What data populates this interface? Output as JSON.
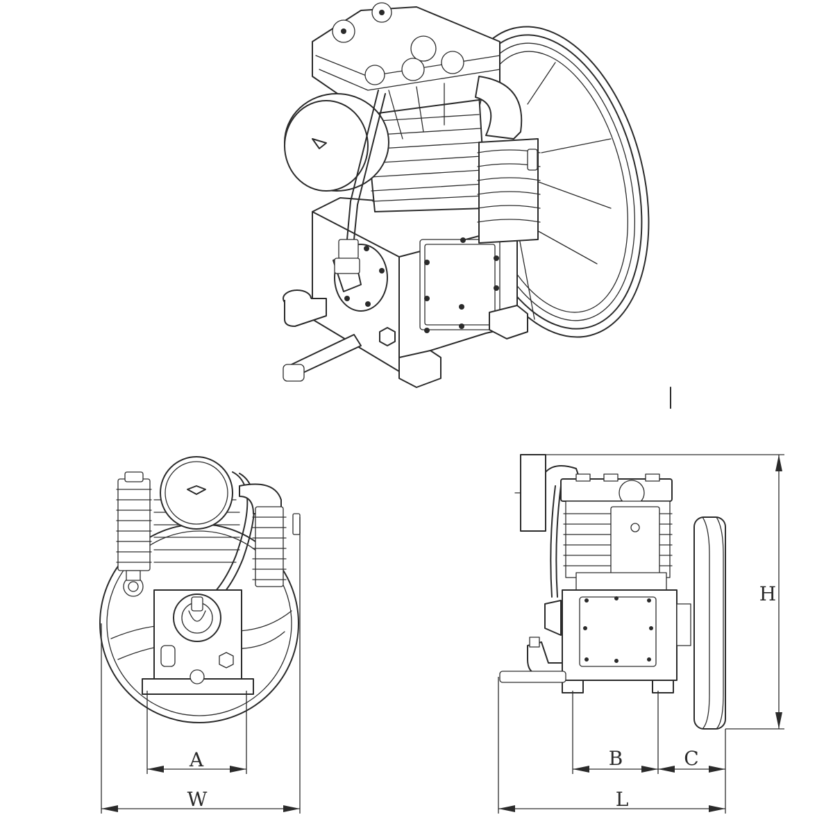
{
  "labels": {
    "A": "A",
    "W": "W",
    "B": "B",
    "C": "C",
    "L": "L",
    "H": "H"
  },
  "colors": {
    "line": "#2a2a2a",
    "background": "#ffffff"
  }
}
